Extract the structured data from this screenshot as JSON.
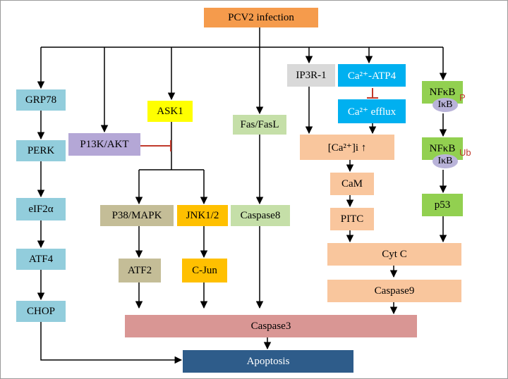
{
  "colors": {
    "orange": "#f59b4c",
    "blue": "#92cddc",
    "purple": "#b4a7d6",
    "yellow": "#ffff00",
    "lime": "#c5dfa8",
    "tan": "#c4bd97",
    "gold": "#ffc000",
    "peach": "#f9c69d",
    "cyan": "#00b0f0",
    "grey": "#d9d9d9",
    "green": "#92d050",
    "rose": "#d99694",
    "navy": "#2e5c8a",
    "inhibit": "#c0392b"
  },
  "nodes": {
    "pcv2": "PCV2 infection",
    "grp78": "GRP78",
    "perk": "PERK",
    "eif2a": "eIF2α",
    "atf4": "ATF4",
    "chop": "CHOP",
    "pi3k": "P13K/AKT",
    "ask1": "ASK1",
    "p38": "P38/MAPK",
    "jnk": "JNK1/2",
    "atf2": "ATF2",
    "cjun": "C-Jun",
    "fas": "Fas/FasL",
    "casp8": "Caspase8",
    "ip3r": "IP3R-1",
    "atp4": "Ca²⁺-ATP4",
    "efflux": "Ca²⁺ efflux",
    "cai": "[Ca²⁺]i ↑",
    "cam": "CaM",
    "pitc": "PITC",
    "nfkb1": "NFκB",
    "nfkb2": "NFκB",
    "p53": "p53",
    "cytc": "Cyt C",
    "casp9": "Caspase9",
    "casp3": "Caspase3",
    "apoptosis": "Apoptosis"
  },
  "badges": {
    "ikb1": "IκB",
    "ikb2": "IκB",
    "p_tag": "P",
    "ub_tag": "Ub"
  }
}
